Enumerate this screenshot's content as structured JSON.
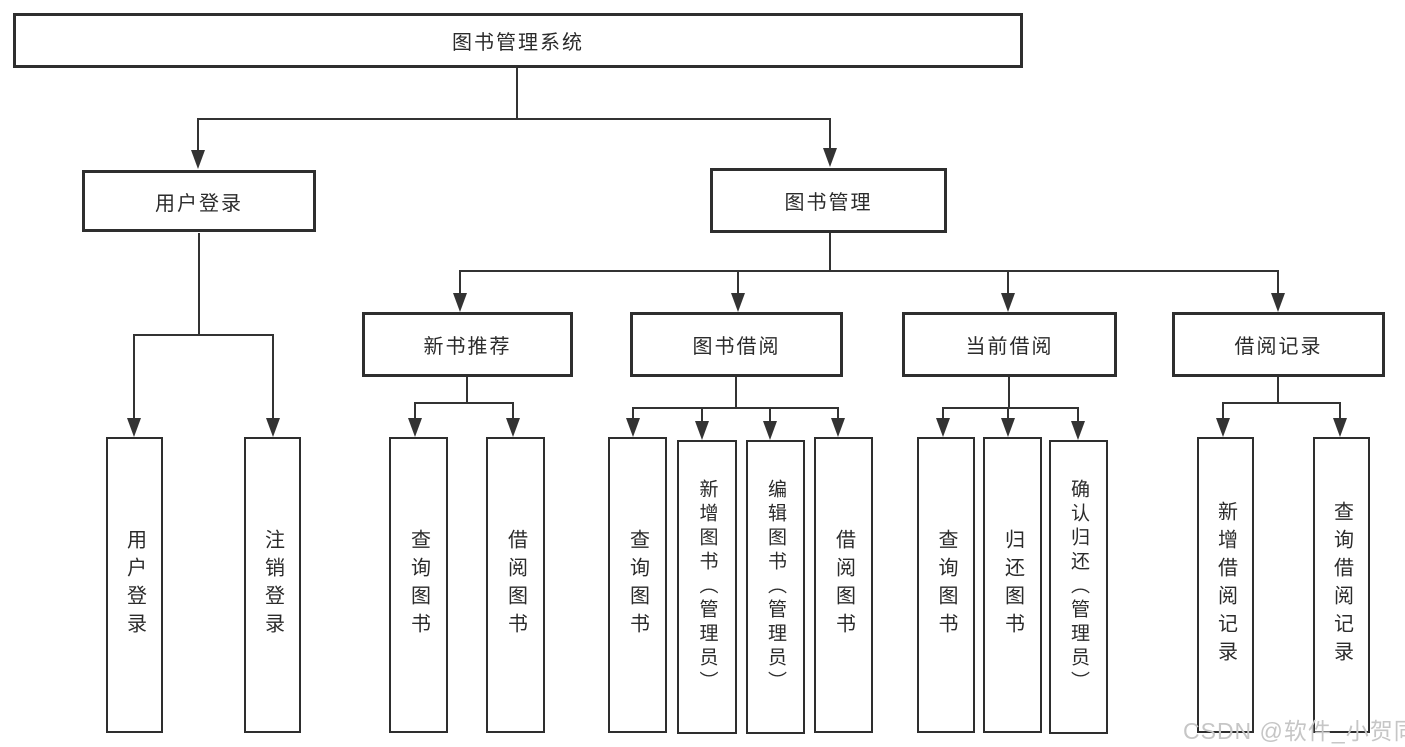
{
  "diagram": {
    "type": "hierarchy-diagram",
    "colors": {
      "background": "#ffffff",
      "line": "#333333",
      "box_border": "#2e2e2e",
      "text": "#2b2b2b",
      "watermark": "#c6c6c6"
    },
    "watermark": {
      "text": "CSDN @软件_小贺同学"
    },
    "tree": {
      "root": {
        "label": "图书管理系统",
        "children": [
          {
            "label": "用户登录",
            "children": [
              {
                "label": "用户登录"
              },
              {
                "label": "注销登录"
              }
            ]
          },
          {
            "label": "图书管理",
            "children": [
              {
                "label": "新书推荐",
                "children": [
                  {
                    "label": "查询图书"
                  },
                  {
                    "label": "借阅图书"
                  }
                ]
              },
              {
                "label": "图书借阅",
                "children": [
                  {
                    "label": "查询图书"
                  },
                  {
                    "label": "新增图书（管理员）"
                  },
                  {
                    "label": "编辑图书（管理员）"
                  },
                  {
                    "label": "借阅图书"
                  }
                ]
              },
              {
                "label": "当前借阅",
                "children": [
                  {
                    "label": "查询图书"
                  },
                  {
                    "label": "归还图书"
                  },
                  {
                    "label": "确认归还（管理员）"
                  }
                ]
              },
              {
                "label": "借阅记录",
                "children": [
                  {
                    "label": "新增借阅记录"
                  },
                  {
                    "label": "查询借阅记录"
                  }
                ]
              }
            ]
          }
        ]
      }
    }
  }
}
